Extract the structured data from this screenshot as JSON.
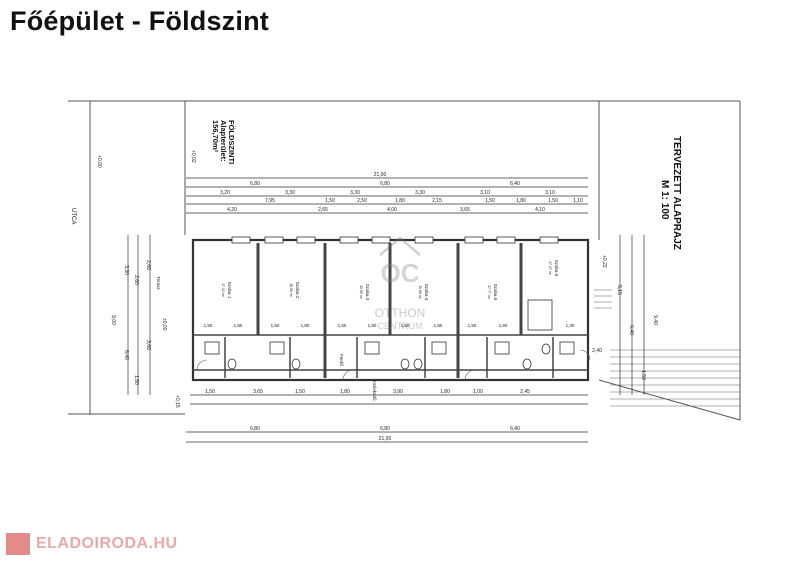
{
  "page": {
    "title": "Főépület - Földszint"
  },
  "plan": {
    "plan_title": "TERVEZETT ALAPRAJZ",
    "scale": "M 1: 100",
    "area_line1": "FÖLDSZINTI",
    "area_line2": "Alapterület:",
    "area_value": "156,70m²",
    "street": "UTCA",
    "watermark_line1": "OTTHON",
    "watermark_line2": "CENTRUM",
    "rooms": [
      {
        "name": "Szoba-1",
        "area": "17,12 m²"
      },
      {
        "name": "Szoba-2",
        "area": "16,56 m²"
      },
      {
        "name": "Szoba-3",
        "area": "15,55 m²"
      },
      {
        "name": "Szoba-4",
        "area": "15,58 m²"
      },
      {
        "name": "Szoba-5",
        "area": "17,77 m²"
      },
      {
        "name": "Szoba-6",
        "area": "17,27 m²"
      },
      {
        "name": "Terasz",
        "area": ""
      },
      {
        "name": "Közlekedő",
        "area": ""
      },
      {
        "name": "Fürdő",
        "area": ""
      }
    ],
    "dims_top": [
      "21,00",
      "6,80",
      "6,80",
      "6,40",
      "3,20",
      "3,30",
      "3,30",
      "3,30",
      "3,10",
      "3,10",
      "7,95",
      "1,50",
      "2,50",
      "1,80",
      "2,15",
      "1,50",
      "1,80",
      "1,50",
      "1,10",
      "4,20",
      "2,65",
      "4,00",
      "3,65",
      "4,10"
    ],
    "dims_bottom": [
      "6,80",
      "6,80",
      "6,40",
      "21,00",
      "1,50",
      "3,65",
      "1,50",
      "1,80",
      "3,90",
      "1,80",
      "1,00",
      "2,45"
    ],
    "dims_left": [
      "3,30",
      "2,60",
      "3,60",
      "9,00",
      "6,40",
      "1,50",
      "2,60"
    ],
    "dims_right": [
      "9,40",
      "5,15",
      "6,40",
      "1,50",
      "2,40"
    ],
    "levels": [
      "+0,00",
      "+0,02",
      "+0,22",
      "±0,00",
      "+0,15"
    ],
    "room_dims": [
      "1,50",
      "1,80",
      "1,50",
      "1,80",
      "1,50",
      "1,80",
      "1,50",
      "1,80",
      "1,50",
      "1,80",
      "1,30"
    ]
  },
  "footer": {
    "logo_text": "ELADOIRODA.HU"
  }
}
